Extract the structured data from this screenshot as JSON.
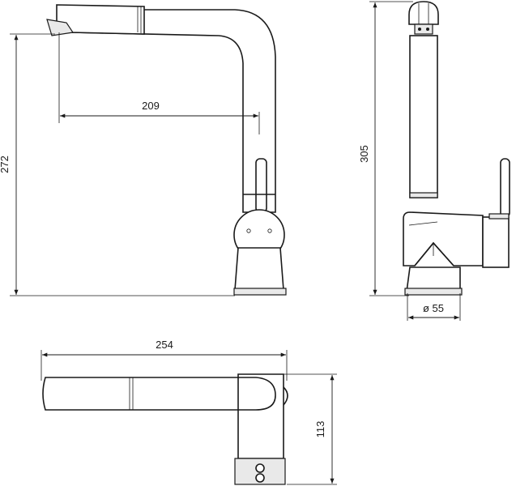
{
  "dimensions": {
    "spout_reach": "209",
    "side_height": "272",
    "total_height": "305",
    "base_diameter": "ø 55",
    "top_length": "254",
    "top_depth": "113"
  }
}
